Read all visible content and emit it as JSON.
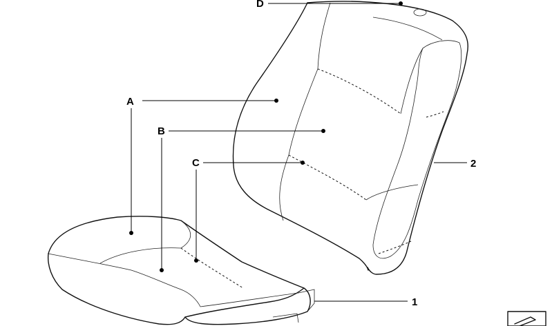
{
  "diagram": {
    "callouts": [
      {
        "id": "A",
        "text": "A"
      },
      {
        "id": "B",
        "text": "B"
      },
      {
        "id": "C",
        "text": "C"
      },
      {
        "id": "D",
        "text": "D"
      },
      {
        "id": "1",
        "text": "1"
      },
      {
        "id": "2",
        "text": "2"
      }
    ]
  }
}
